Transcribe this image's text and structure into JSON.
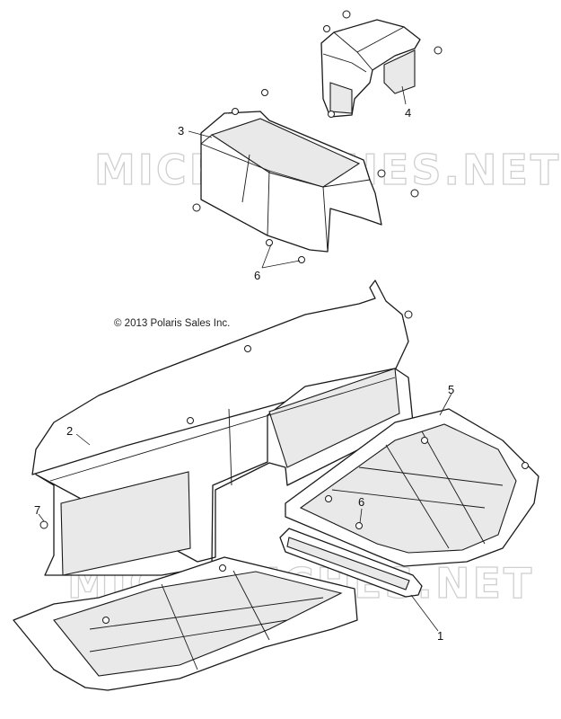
{
  "watermark": "MICROFICHES.NET",
  "copyright": "© 2013 Polaris Sales Inc.",
  "callouts": [
    {
      "id": "1",
      "label": "1"
    },
    {
      "id": "2",
      "label": "2"
    },
    {
      "id": "3",
      "label": "3"
    },
    {
      "id": "4",
      "label": "4"
    },
    {
      "id": "5",
      "label": "5"
    },
    {
      "id": "6a",
      "label": "6"
    },
    {
      "id": "6b",
      "label": "6"
    },
    {
      "id": "7",
      "label": "7"
    }
  ]
}
